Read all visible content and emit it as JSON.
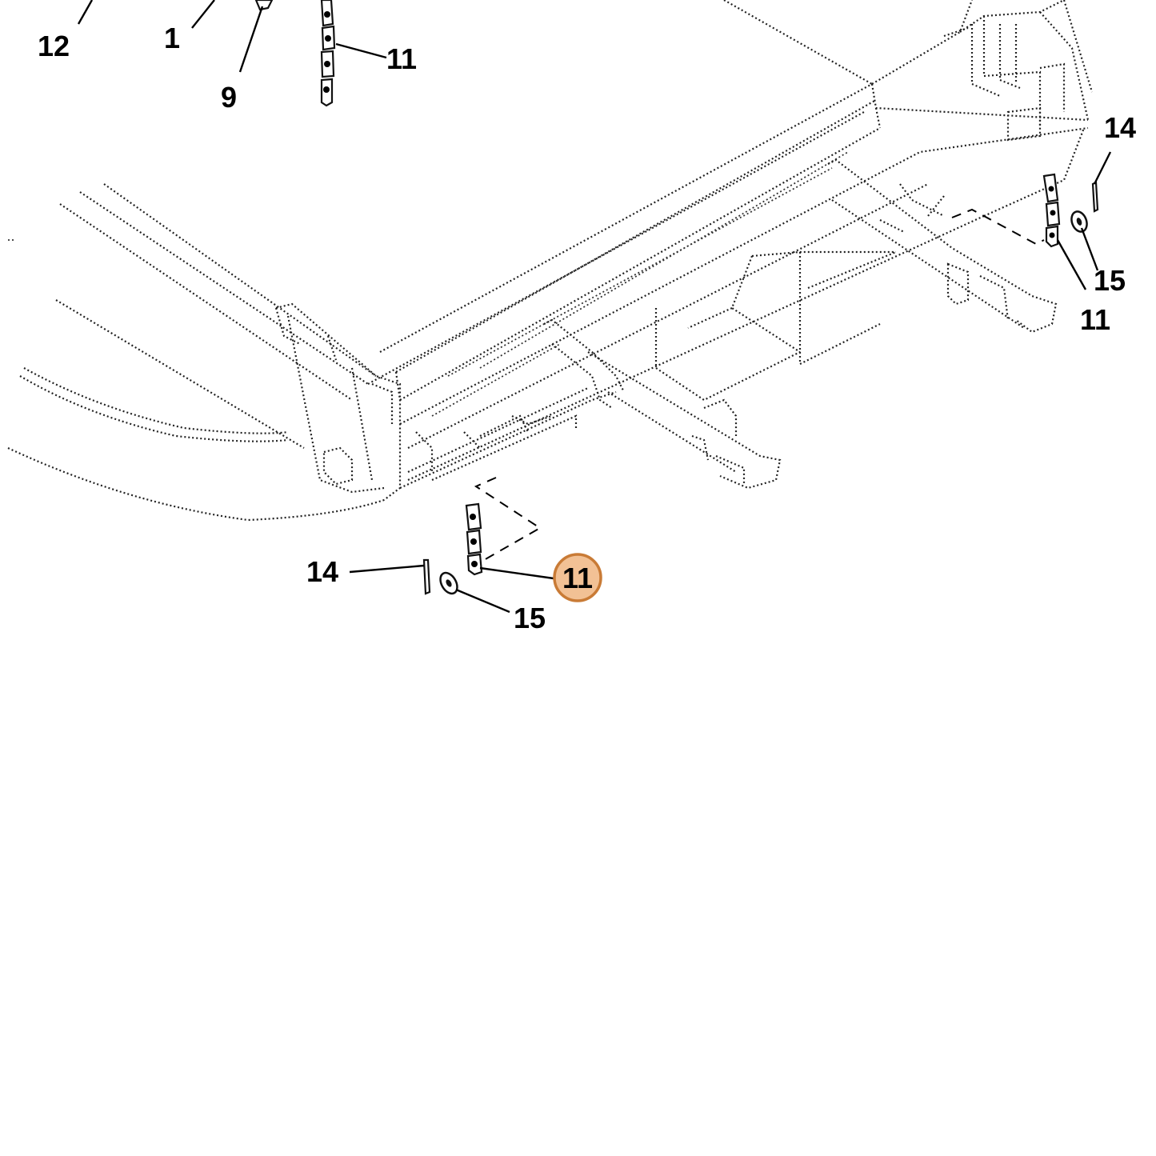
{
  "diagram": {
    "callouts": [
      {
        "id": "c12",
        "label": "12"
      },
      {
        "id": "c1",
        "label": "1"
      },
      {
        "id": "c9",
        "label": "9"
      },
      {
        "id": "c11-top",
        "label": "11"
      },
      {
        "id": "c14-right",
        "label": "14"
      },
      {
        "id": "c15-right",
        "label": "15"
      },
      {
        "id": "c11-right",
        "label": "11"
      },
      {
        "id": "c14-bottom",
        "label": "14"
      },
      {
        "id": "c15-bottom",
        "label": "15"
      },
      {
        "id": "c11-highlight",
        "label": "11",
        "highlighted": true
      }
    ],
    "colors": {
      "highlight_fill": "#f2c195",
      "highlight_stroke": "#c97b36",
      "line": "#000000",
      "background": "#ffffff"
    }
  }
}
